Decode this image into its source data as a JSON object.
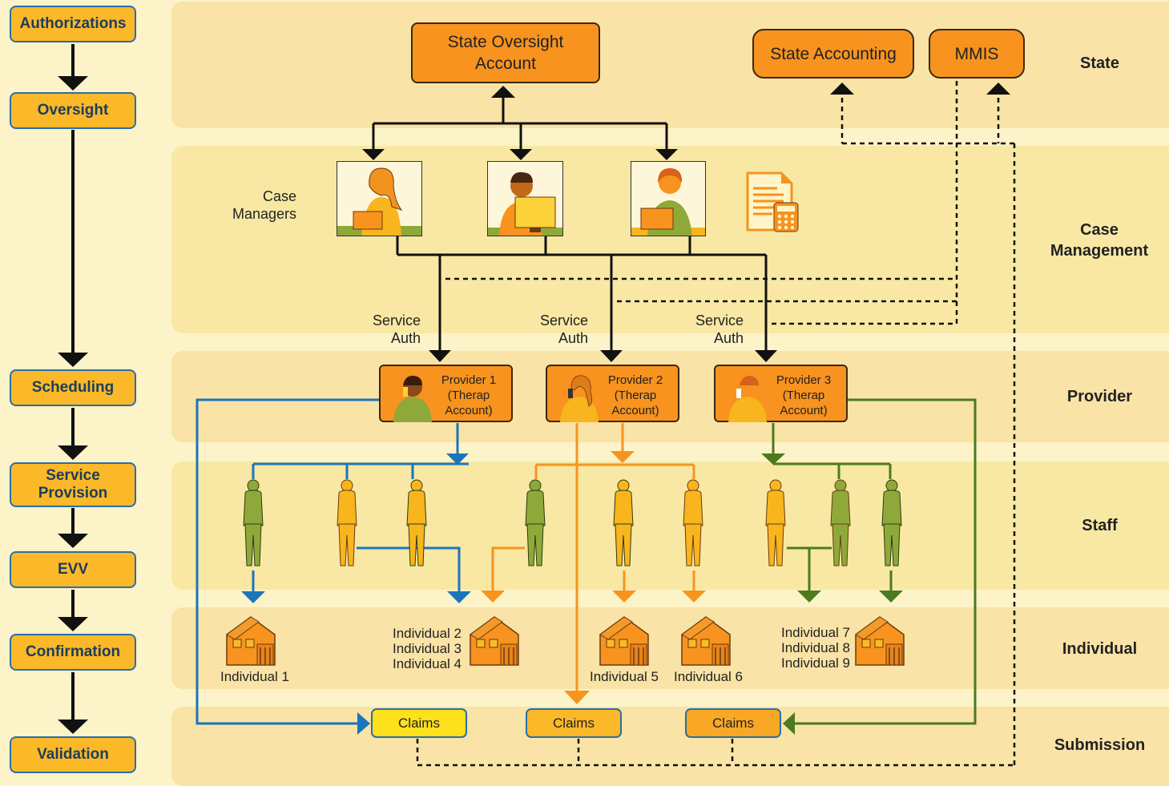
{
  "steps": [
    "Authorizations",
    "Oversight",
    "Scheduling",
    "Service Provision",
    "EVV",
    "Confirmation",
    "Validation"
  ],
  "rows": {
    "state": "State",
    "case_management": "Case Management",
    "provider": "Provider",
    "staff": "Staff",
    "individual": "Individual",
    "submission": "Submission"
  },
  "state_boxes": {
    "oversight": "State Oversight Account",
    "accounting": "State Accounting",
    "mmis": "MMIS"
  },
  "case_managers_label": "Case Managers",
  "service_auth_label": "Service Auth",
  "providers": [
    {
      "name": "Provider 1",
      "detail": "(Therap Account)"
    },
    {
      "name": "Provider 2",
      "detail": "(Therap Account)"
    },
    {
      "name": "Provider 3",
      "detail": "(Therap Account)"
    }
  ],
  "individuals": {
    "h1": "Individual 1",
    "h2": [
      "Individual 2",
      "Individual 3",
      "Individual 4"
    ],
    "h3": "Individual 5",
    "h4": "Individual 6",
    "h5": [
      "Individual 7",
      "Individual 8",
      "Individual 9"
    ]
  },
  "claims_label": "Claims",
  "colors": {
    "blue": "#1b75bb",
    "orange": "#f7941d",
    "green": "#4d7a1f",
    "accent": "#f7931e",
    "step_fill": "#fbb829"
  }
}
